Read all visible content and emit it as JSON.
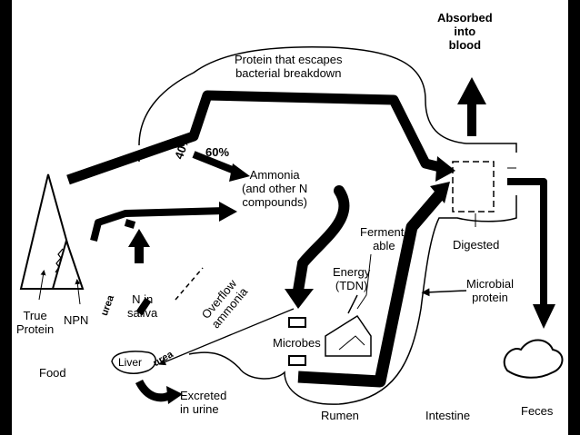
{
  "labels": {
    "absorbed": "Absorbed\ninto\nblood",
    "protein_escapes": "Protein that escapes\nbacterial breakdown",
    "pct40": "40%",
    "pct60": "60%",
    "ammonia": "Ammonia\n(and other N\ncompounds)",
    "fermentable": "Ferment-\nable",
    "energy": "Energy\n(TDN)",
    "digested": "Digested",
    "microbial_protein": "Microbial\nprotein",
    "true_protein": "True\nProtein",
    "npn": "NPN",
    "n_in_saliva": "N in\nsaliva",
    "urea1": "urea",
    "urea2": "urea",
    "overflow": "Overflow\nammonia",
    "microbes": "Microbes",
    "liver": "Liver",
    "food": "Food",
    "excreted": "Excreted\nin urine",
    "rumen": "Rumen",
    "intestine": "Intestine",
    "feces": "Feces"
  },
  "colors": {
    "ink": "#000000",
    "paper": "#ffffff",
    "frame": "#000000"
  }
}
